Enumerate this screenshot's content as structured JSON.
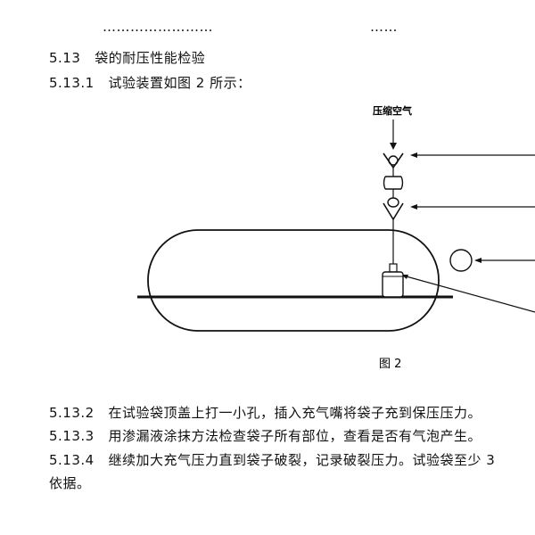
{
  "top_cut": {
    "left": "……………………",
    "right": "……"
  },
  "heading": {
    "num": "5.13",
    "text": "袋的耐压性能检验"
  },
  "sub1": {
    "num": "5.13.1",
    "text": "试验装置如图 2 所示："
  },
  "figure": {
    "air_label": "压缩空气",
    "caption": "图 2"
  },
  "sub2": {
    "num": "5.13.2",
    "text": "在试验袋顶盖上打一小孔，插入充气嘴将袋子充到保压压力。"
  },
  "sub3": {
    "num": "5.13.3",
    "text": "用渗漏液涂抹方法检查袋子所有部位，查看是否有气泡产生。"
  },
  "sub4": {
    "num": "5.13.4",
    "text": "继续加大充气压力直到袋子破裂，记录破裂压力。试验袋至少 3"
  },
  "tail": {
    "text": "依据。"
  }
}
